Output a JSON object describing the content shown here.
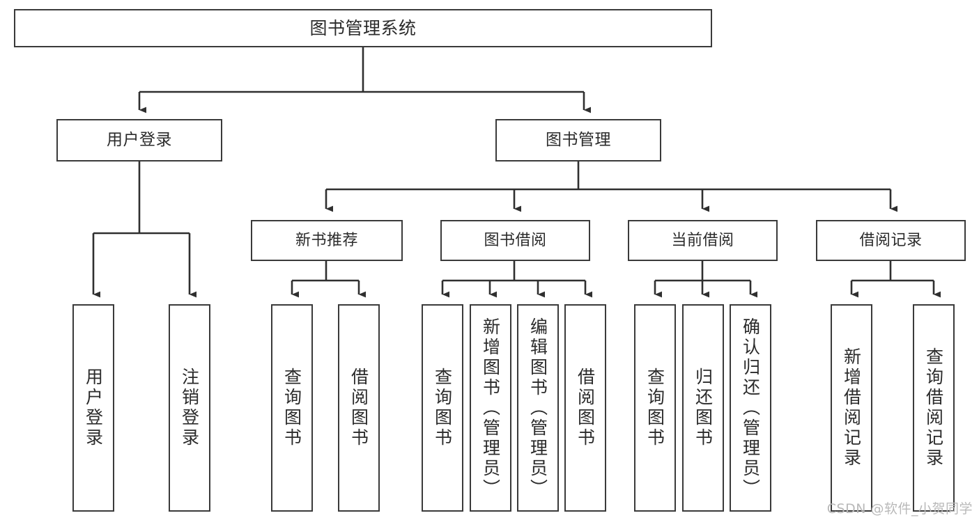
{
  "diagram": {
    "title": "图书管理系统",
    "type": "tree-hierarchy",
    "theme": {
      "background": "#ffffff",
      "box_border": "#3a3a3a",
      "box_fill": "#ffffff",
      "text": "#2b2b2b",
      "connector": "#3a3a3a",
      "watermark": "#b9b9b9"
    }
  },
  "nodes": {
    "root": {
      "label": "图书管理系统"
    },
    "level2": [
      {
        "id": "user-login",
        "label": "用户登录"
      },
      {
        "id": "book-management",
        "label": "图书管理"
      }
    ],
    "level3": [
      {
        "id": "new-book-recommend",
        "label": "新书推荐"
      },
      {
        "id": "book-borrow",
        "label": "图书借阅"
      },
      {
        "id": "current-borrow",
        "label": "当前借阅"
      },
      {
        "id": "borrow-record",
        "label": "借阅记录"
      }
    ],
    "leaves": [
      {
        "id": "leaf-user-login",
        "label": "用户登录",
        "parent": "user-login"
      },
      {
        "id": "leaf-logout-login",
        "label": "注销登录",
        "parent": "user-login"
      },
      {
        "id": "leaf-query-book-1",
        "label": "查询图书",
        "parent": "new-book-recommend"
      },
      {
        "id": "leaf-borrow-book-1",
        "label": "借阅图书",
        "parent": "new-book-recommend"
      },
      {
        "id": "leaf-query-book-2",
        "label": "查询图书",
        "parent": "book-borrow"
      },
      {
        "id": "leaf-add-book",
        "label": "新增图书（管理员）",
        "parent": "book-borrow"
      },
      {
        "id": "leaf-edit-book",
        "label": "编辑图书（管理员）",
        "parent": "book-borrow"
      },
      {
        "id": "leaf-borrow-book-2",
        "label": "借阅图书",
        "parent": "book-borrow"
      },
      {
        "id": "leaf-query-book-3",
        "label": "查询图书",
        "parent": "current-borrow"
      },
      {
        "id": "leaf-return-book",
        "label": "归还图书",
        "parent": "current-borrow"
      },
      {
        "id": "leaf-confirm-return",
        "label": "确认归还（管理员）",
        "parent": "current-borrow"
      },
      {
        "id": "leaf-add-record",
        "label": "新增借阅记录",
        "parent": "borrow-record"
      },
      {
        "id": "leaf-query-record",
        "label": "查询借阅记录",
        "parent": "borrow-record"
      }
    ]
  },
  "watermark": {
    "text": "CSDN @软件_小贺同学"
  }
}
